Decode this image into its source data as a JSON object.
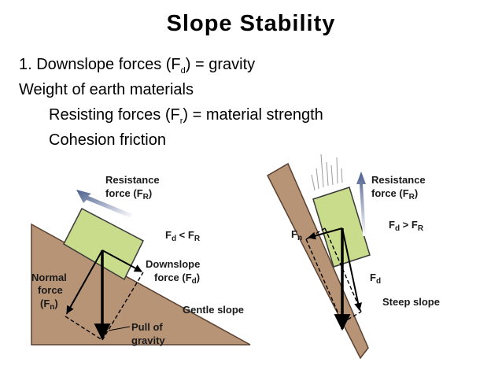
{
  "title": "Slope Stability",
  "bullets": {
    "line1": {
      "prefix": "1.  Downslope forces (F",
      "sub": "d",
      "suffix": ") = gravity"
    },
    "line2": "Weight of earth materials",
    "line3": {
      "prefix": "Resisting forces (F",
      "sub": "r",
      "suffix": ") = material strength"
    },
    "line4": "Cohesion friction"
  },
  "left_diagram": {
    "resistance_1": "Resistance",
    "resistance_2": "force (F",
    "resistance_sub": "R",
    "resistance_close": ")",
    "compare_main": "F",
    "compare_sub1": "d",
    "compare_mid": " < F",
    "compare_sub2": "R",
    "downslope_1": "Downslope",
    "downslope_2": "force (F",
    "downslope_sub": "d",
    "downslope_close": ")",
    "normal_1": "Normal",
    "normal_2": "force",
    "normal_3": "(F",
    "normal_sub": "n",
    "normal_close": ")",
    "slope_label": "Gentle slope",
    "pull_1": "Pull of",
    "pull_2": "gravity"
  },
  "right_diagram": {
    "resistance_1": "Resistance",
    "resistance_2": "force (F",
    "resistance_sub": "R",
    "resistance_close": ")",
    "compare_main": "F",
    "compare_sub1": "d",
    "compare_mid": " > F",
    "compare_sub2": "R",
    "fn_main": "F",
    "fn_sub": "n",
    "fd_main": "F",
    "fd_sub": "d",
    "slope_label": "Steep slope"
  },
  "colors": {
    "ground": "#b89477",
    "ground_edge": "#5a4030",
    "block": "#c8dc8c",
    "block_edge": "#3a3a3a",
    "resistance_arrow": "#5a6e9c"
  }
}
